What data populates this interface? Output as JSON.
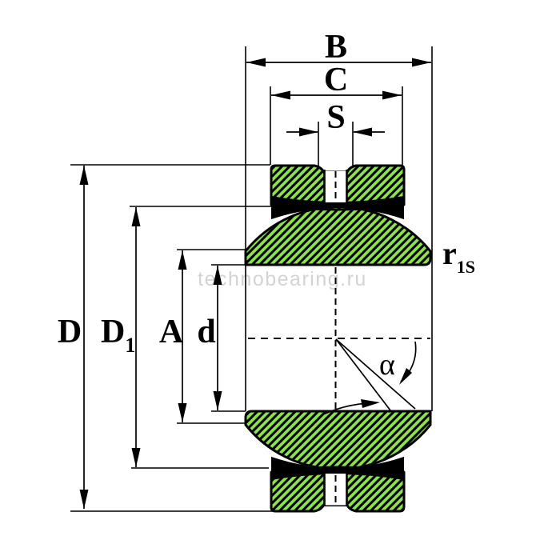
{
  "diagram": {
    "labels": {
      "outer_width": "B",
      "inner_width": "C",
      "groove_width": "S",
      "outer_diameter": "D",
      "sphere_diameter_base": "D",
      "sphere_diameter_sub": "1",
      "land_diameter": "A",
      "bore_diameter": "d",
      "corner_radius_base": "r",
      "corner_radius_sub": "1S",
      "tilt_angle": "α"
    }
  },
  "watermark": {
    "text": "technobearing.ru"
  },
  "colors": {
    "hatch_green": "#8CE24A",
    "outline_black": "#000000",
    "watermark_gray": "#c9c9c9"
  }
}
